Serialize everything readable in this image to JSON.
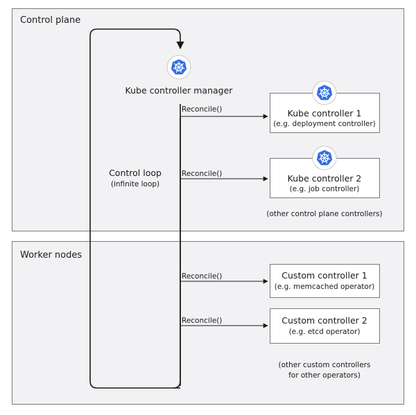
{
  "regions": {
    "control_plane": {
      "label": "Control plane"
    },
    "worker_nodes": {
      "label": "Worker nodes"
    }
  },
  "manager": {
    "label": "Kube controller manager",
    "icon": "kubernetes-icon"
  },
  "control_loop": {
    "title": "Control loop",
    "subtitle": "(infinite loop)"
  },
  "reconcile_label": "Reconcile()",
  "controllers": [
    {
      "title": "Kube controller 1",
      "subtitle": "(e.g. deployment controller)",
      "icon": "kubernetes-icon"
    },
    {
      "title": "Kube controller 2",
      "subtitle": "(e.g. job controller)",
      "icon": "kubernetes-icon"
    },
    {
      "title": "Custom controller 1",
      "subtitle": "(e.g. memcached operator)"
    },
    {
      "title": "Custom controller 2",
      "subtitle": "(e.g. etcd operator)"
    }
  ],
  "notes": {
    "control_plane_note": "(other control plane controllers)",
    "worker_note_line1": "(other custom controllers",
    "worker_note_line2": "for other operators)"
  },
  "colors": {
    "region_fill": "#f2f2f5",
    "region_stroke": "#7a7a7a",
    "k8s_blue": "#326ce5"
  }
}
